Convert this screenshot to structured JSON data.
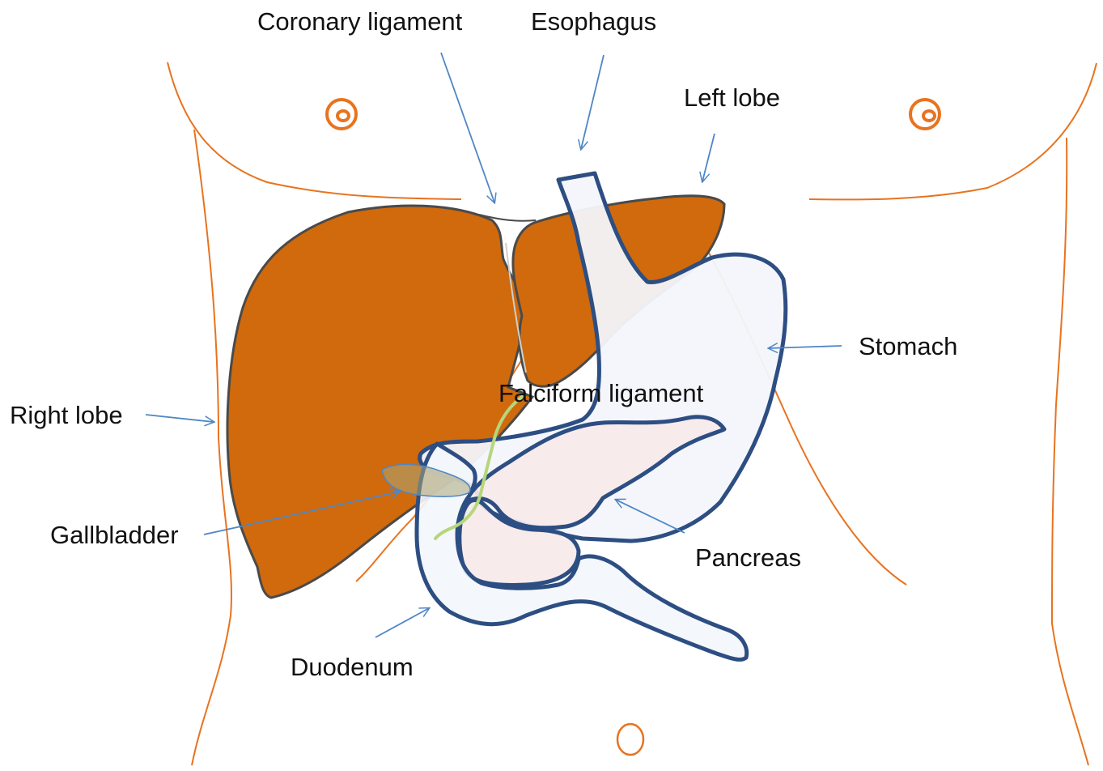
{
  "labels": {
    "coronary_ligament": "Coronary ligament",
    "esophagus": "Esophagus",
    "left_lobe": "Left lobe",
    "stomach": "Stomach",
    "falciform_ligament": "Falciform ligament",
    "right_lobe": "Right lobe",
    "gallbladder": "Gallbladder",
    "pancreas": "Pancreas",
    "duodenum": "Duodenum"
  },
  "colors": {
    "liver": "#d06a0c",
    "liver_outline": "#4a4a4a",
    "body_outline": "#e8731f",
    "organ_outline": "#2d4e82",
    "stomach_fill": "#f3f6fb",
    "pancreas_fill": "#f6e9ea",
    "arrow": "#4f86c6",
    "gallbladder_fill": "#a9a67a",
    "bile_duct": "#b6d67c"
  }
}
